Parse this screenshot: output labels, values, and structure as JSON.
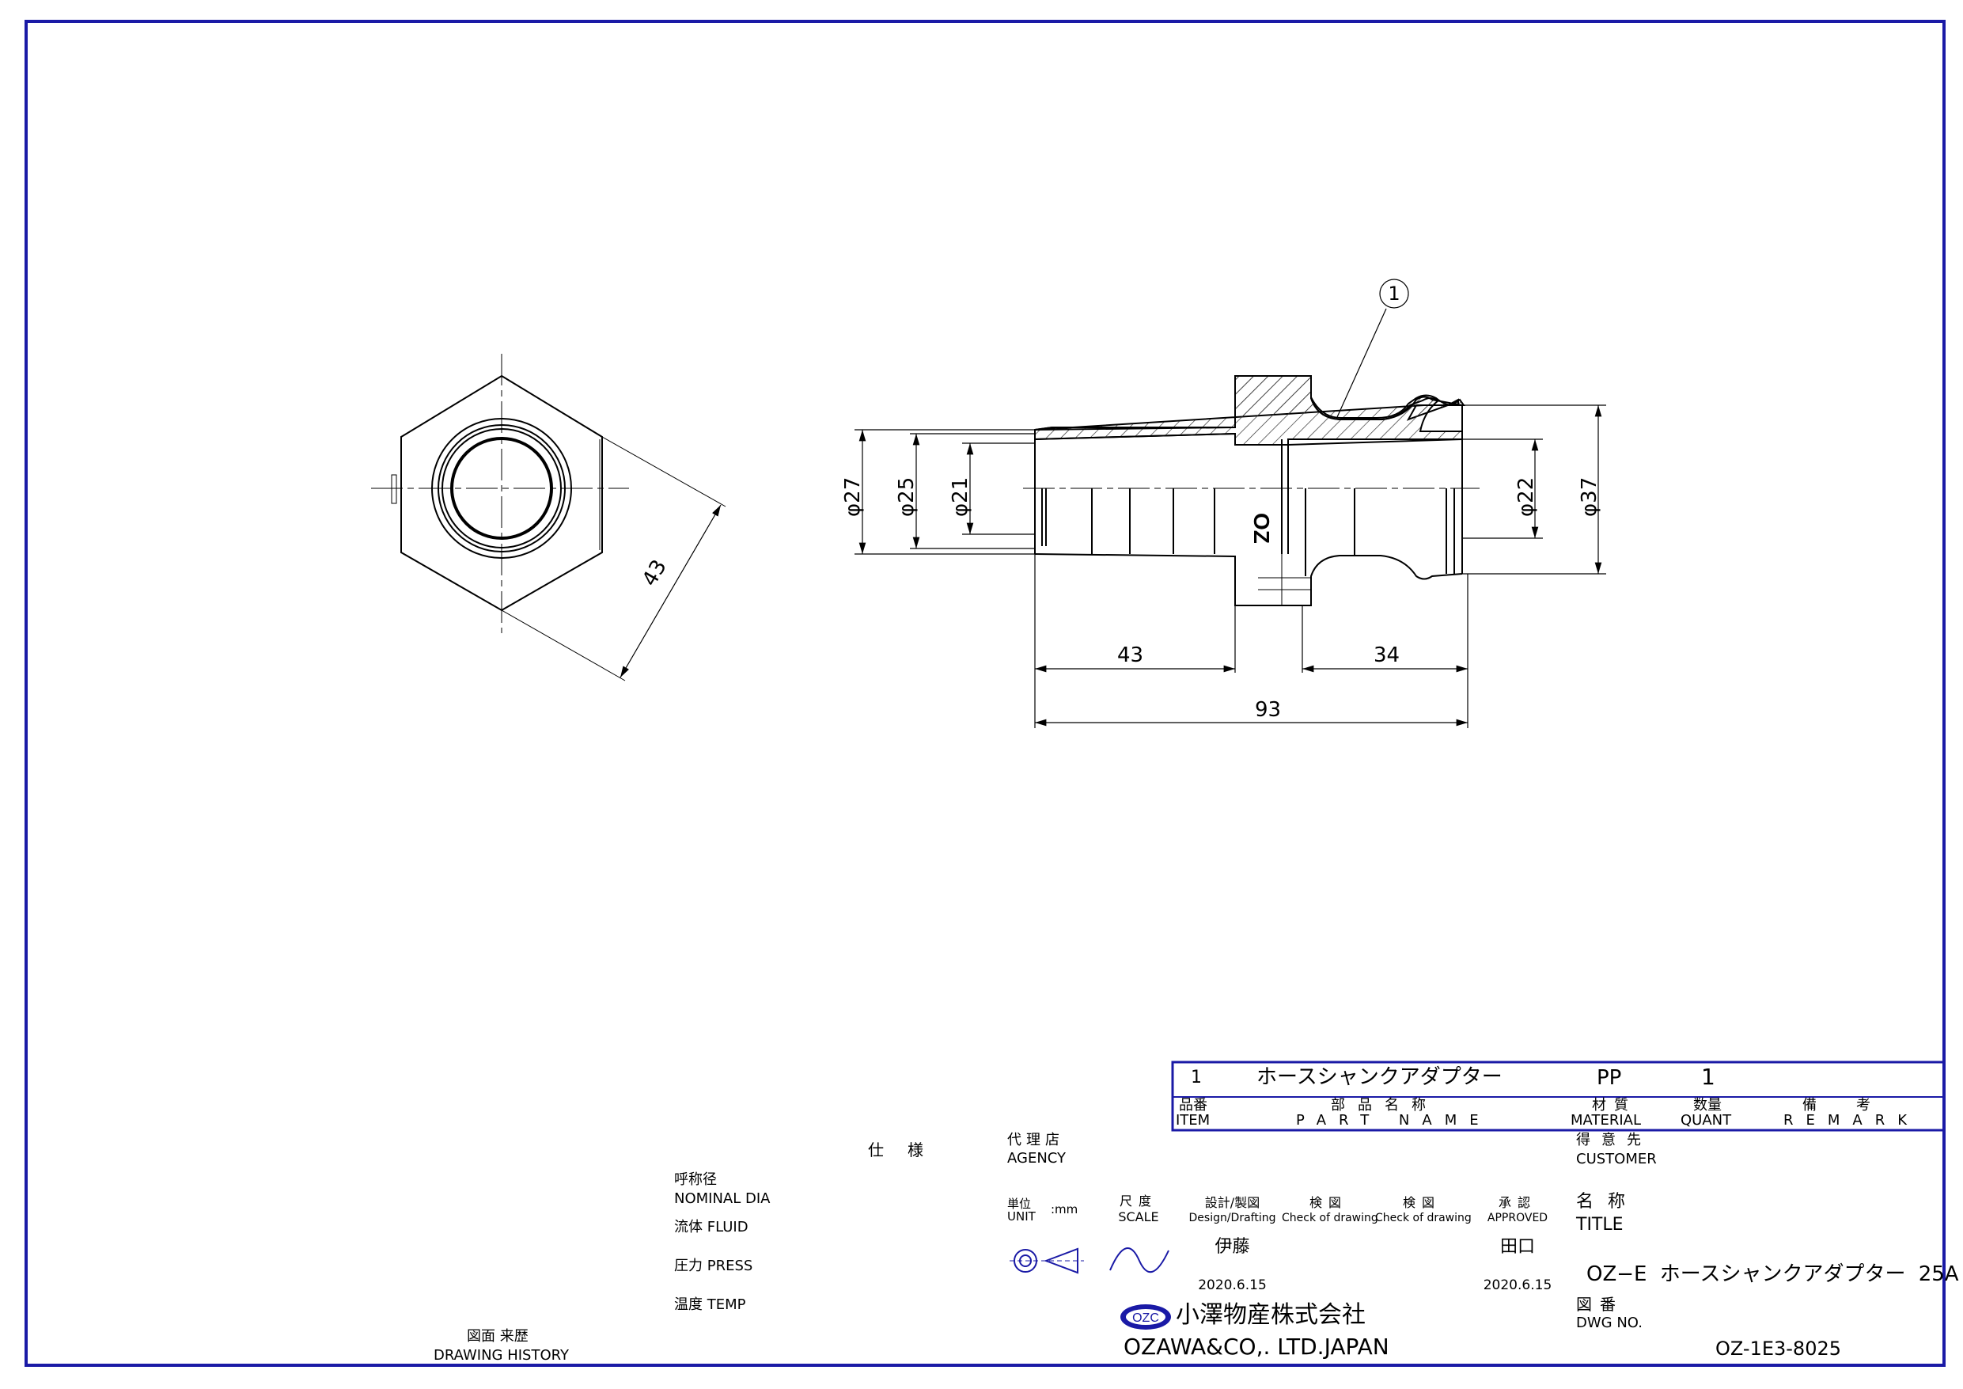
{
  "end_view": {
    "hex_dim": "43"
  },
  "side_view": {
    "d27": "φ27",
    "d25": "φ25",
    "d21": "φ21",
    "d22": "φ22",
    "d37": "φ37",
    "len_43": "43",
    "len_34": "34",
    "len_93": "93",
    "balloon": "1",
    "engraving": "OZ"
  },
  "parts": {
    "item": "1",
    "name": "ホースシャンクアダプター",
    "material": "PP",
    "quant": "1",
    "remark": ""
  },
  "parts_header": {
    "item_jp": "品番",
    "item_en": "ITEM",
    "name_jp": "部品名称",
    "name_en": "PART NAME",
    "material_jp": "材質",
    "material_en": "MATERIAL",
    "quant_jp": "数量",
    "quant_en": "QUANT",
    "remark_jp": "備考",
    "remark_en": "REMARK"
  },
  "spec": {
    "header": "仕様",
    "nominal_jp": "呼称径",
    "nominal_en": "NOMINAL DIA",
    "fluid": "流体 FLUID",
    "press": "圧力 PRESS",
    "temp": "温度 TEMP",
    "history_jp": "図面 来歴",
    "history_en": "DRAWING HISTORY"
  },
  "agency": {
    "label_jp": "代理店",
    "label_en": "AGENCY"
  },
  "approval": {
    "unit_jp": "単位",
    "unit_en": "UNIT",
    "unit_value": ":mm",
    "scale_jp": "尺度",
    "scale_en": "SCALE",
    "design_jp": "設計/製図",
    "design_en": "Design/Drafting",
    "check_jp": "検図",
    "check_en": "Check of drawing",
    "approved_jp": "承認",
    "approved_en": "APPROVED",
    "designer": "伊藤",
    "approver": "田口",
    "design_date": "2020.6.15",
    "approved_date": "2020.6.15"
  },
  "company": {
    "logo_text": "OZC",
    "name_jp": "小澤物産株式会社",
    "name_en": "OZAWA&CO,. LTD.JAPAN"
  },
  "customer": {
    "label_jp": "得意先",
    "label_en": "CUSTOMER"
  },
  "title_block": {
    "label_jp": "名称",
    "label_en": "TITLE",
    "value": "OZ−E ホースシャンクアダプター 25A"
  },
  "dwg": {
    "label_jp": "図番",
    "label_en": "DWG NO.",
    "value": "OZ-1E3-8025"
  },
  "colors": {
    "frame": "#1a1aa6",
    "line": "#000000"
  }
}
